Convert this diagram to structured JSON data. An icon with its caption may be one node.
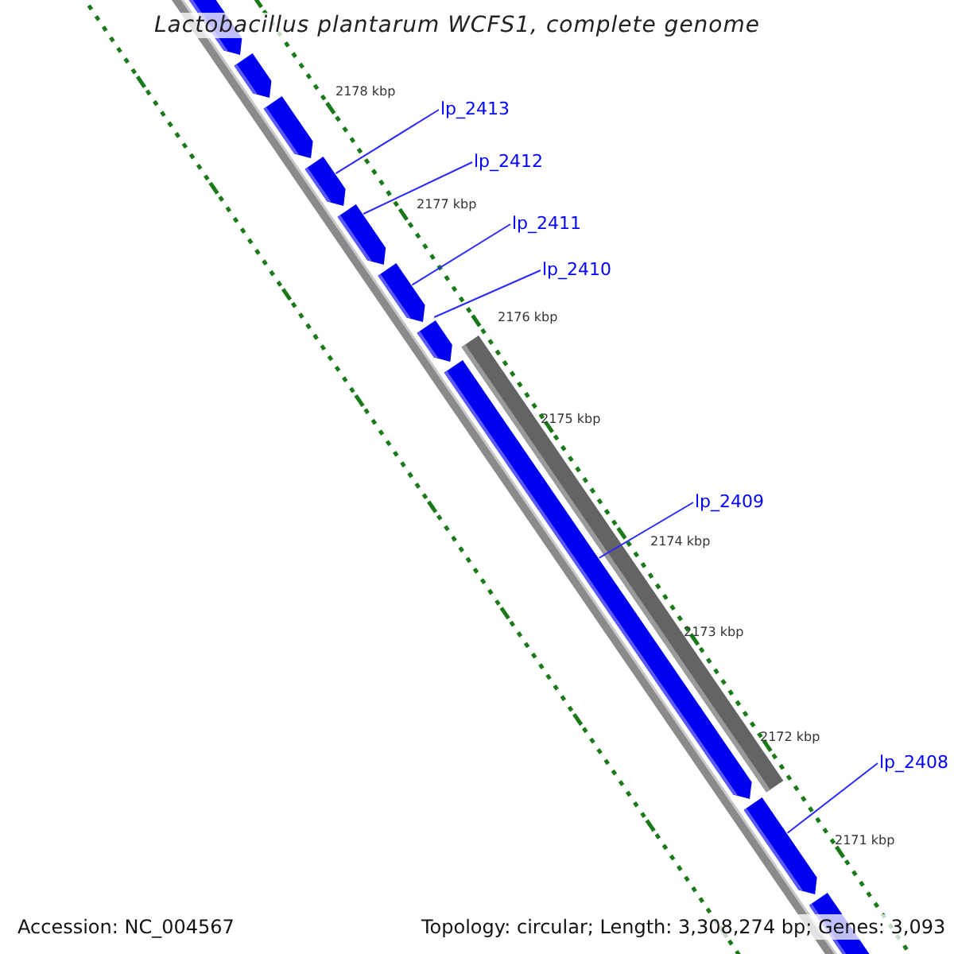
{
  "diagram": {
    "title": "Lactobacillus plantarum WCFS1, complete genome",
    "nodes": [
      {
        "text": [
          "lp_2413"
        ]
      },
      {
        "text": [
          "lp_2412"
        ]
      },
      {
        "text": [
          "lp_2411"
        ]
      },
      {
        "text": [
          "lp_2410"
        ]
      },
      {
        "text": [
          "lp_2409"
        ]
      },
      {
        "text": [
          "lp_2408"
        ]
      }
    ],
    "edges": [
      {
        "from": 0,
        "to": null,
        "arrow": "none"
      },
      {
        "from": 1,
        "to": null,
        "arrow": "none"
      },
      {
        "from": 2,
        "to": null,
        "arrow": "none"
      },
      {
        "from": 3,
        "to": null,
        "arrow": "none"
      },
      {
        "from": 4,
        "to": null,
        "arrow": "none"
      },
      {
        "from": 5,
        "to": null,
        "arrow": "none"
      }
    ],
    "labels": [
      "2178 kbp",
      "2177 kbp",
      "2176 kbp",
      "2175 kbp",
      "2174 kbp",
      "2173 kbp",
      "2172 kbp",
      "2171 kbp",
      "Accession: NC_004567",
      "Topology: circular; Length: 3,308,274 bp; Genes: 3,093"
    ]
  }
}
